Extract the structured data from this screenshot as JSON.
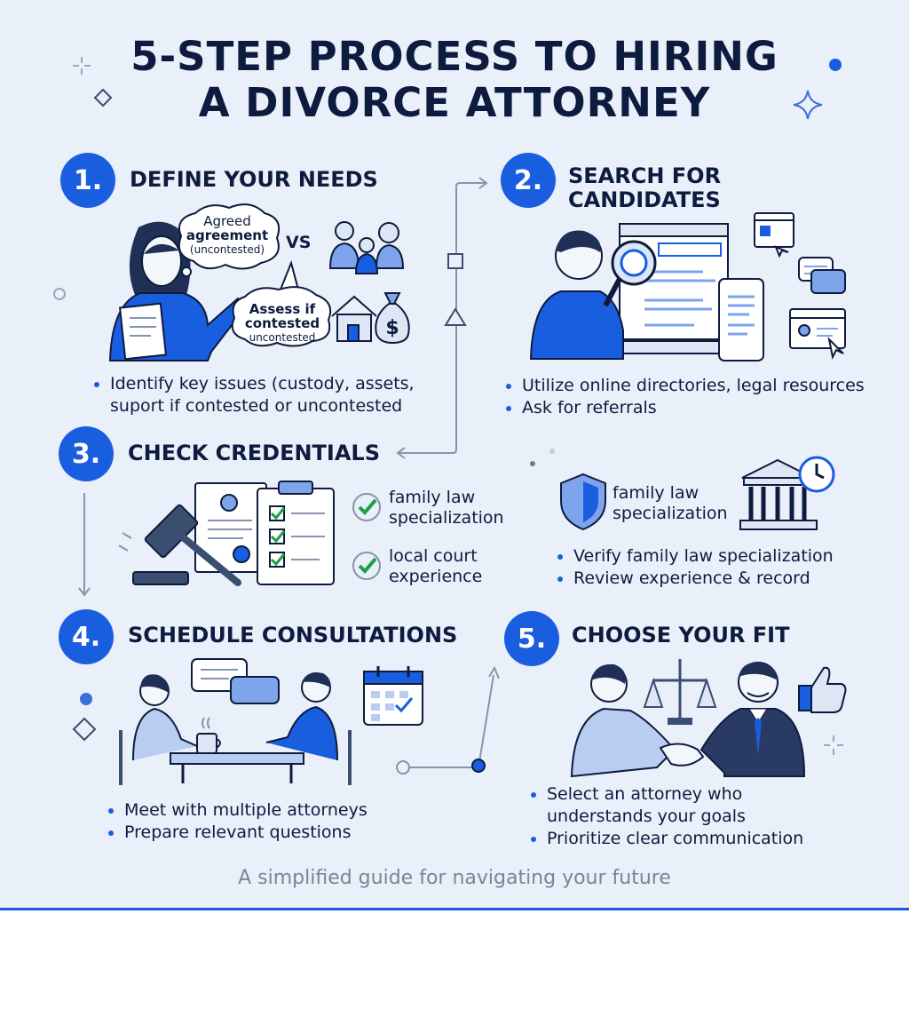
{
  "title": {
    "line1": "5-STEP PROCESS TO HIRING",
    "line2": "A DIVORCE ATTORNEY"
  },
  "steps": [
    {
      "number": "1.",
      "heading": "DEFINE YOUR NEEDS",
      "bubbles": {
        "agreed_title": "Agreed",
        "agreed_line2": "agreement",
        "agreed_sub": "(uncontested)",
        "vs": "VS",
        "assess_title": "Assess if",
        "assess_line2": "contested",
        "assess_sub": "uncontested"
      },
      "bullets": [
        "Identify key issues (custody, assets,",
        "suport if contested or uncontested"
      ]
    },
    {
      "number": "2.",
      "heading_line1": "SEARCH FOR",
      "heading_line2": "CANDIDATES",
      "bullets": [
        "Utilize online directories, legal resources",
        "Ask for referrals"
      ]
    },
    {
      "number": "3.",
      "heading": "CHECK CREDENTIALS",
      "checks": [
        {
          "line1": "family law",
          "line2": "specialization"
        },
        {
          "line1": "local court",
          "line2": "experience"
        }
      ],
      "shield_label": {
        "line1": "family law",
        "line2": "specialization"
      },
      "bullets": [
        "Verify family law specialization",
        "Review experience & record"
      ]
    },
    {
      "number": "4.",
      "heading": "SCHEDULE CONSULTATIONS",
      "bullets": [
        "Meet with multiple attorneys",
        "Prepare relevant questions"
      ]
    },
    {
      "number": "5.",
      "heading": "CHOOSE YOUR FIT",
      "bullets": [
        "Select an attorney who",
        "understands your goals",
        "Prioritize clear communication"
      ]
    }
  ],
  "footer": "A simplified guide for navigating your future",
  "colors": {
    "accent": "#1a5ee0",
    "navy": "#0d1b3e",
    "background": "#eaf0fa",
    "check_green": "#1e9e4a"
  },
  "icons": [
    "sparkle-icon",
    "diamond-icon",
    "person-icon",
    "family-icon",
    "house-icon",
    "money-bag-icon",
    "magnifier-icon",
    "laptop-icon",
    "phone-icon",
    "chat-icon",
    "gavel-icon",
    "certificate-icon",
    "clipboard-icon",
    "check-icon",
    "shield-icon",
    "courthouse-icon",
    "clock-icon",
    "calendar-icon",
    "coffee-icon",
    "scale-icon",
    "handshake-icon",
    "thumbs-up-icon"
  ]
}
